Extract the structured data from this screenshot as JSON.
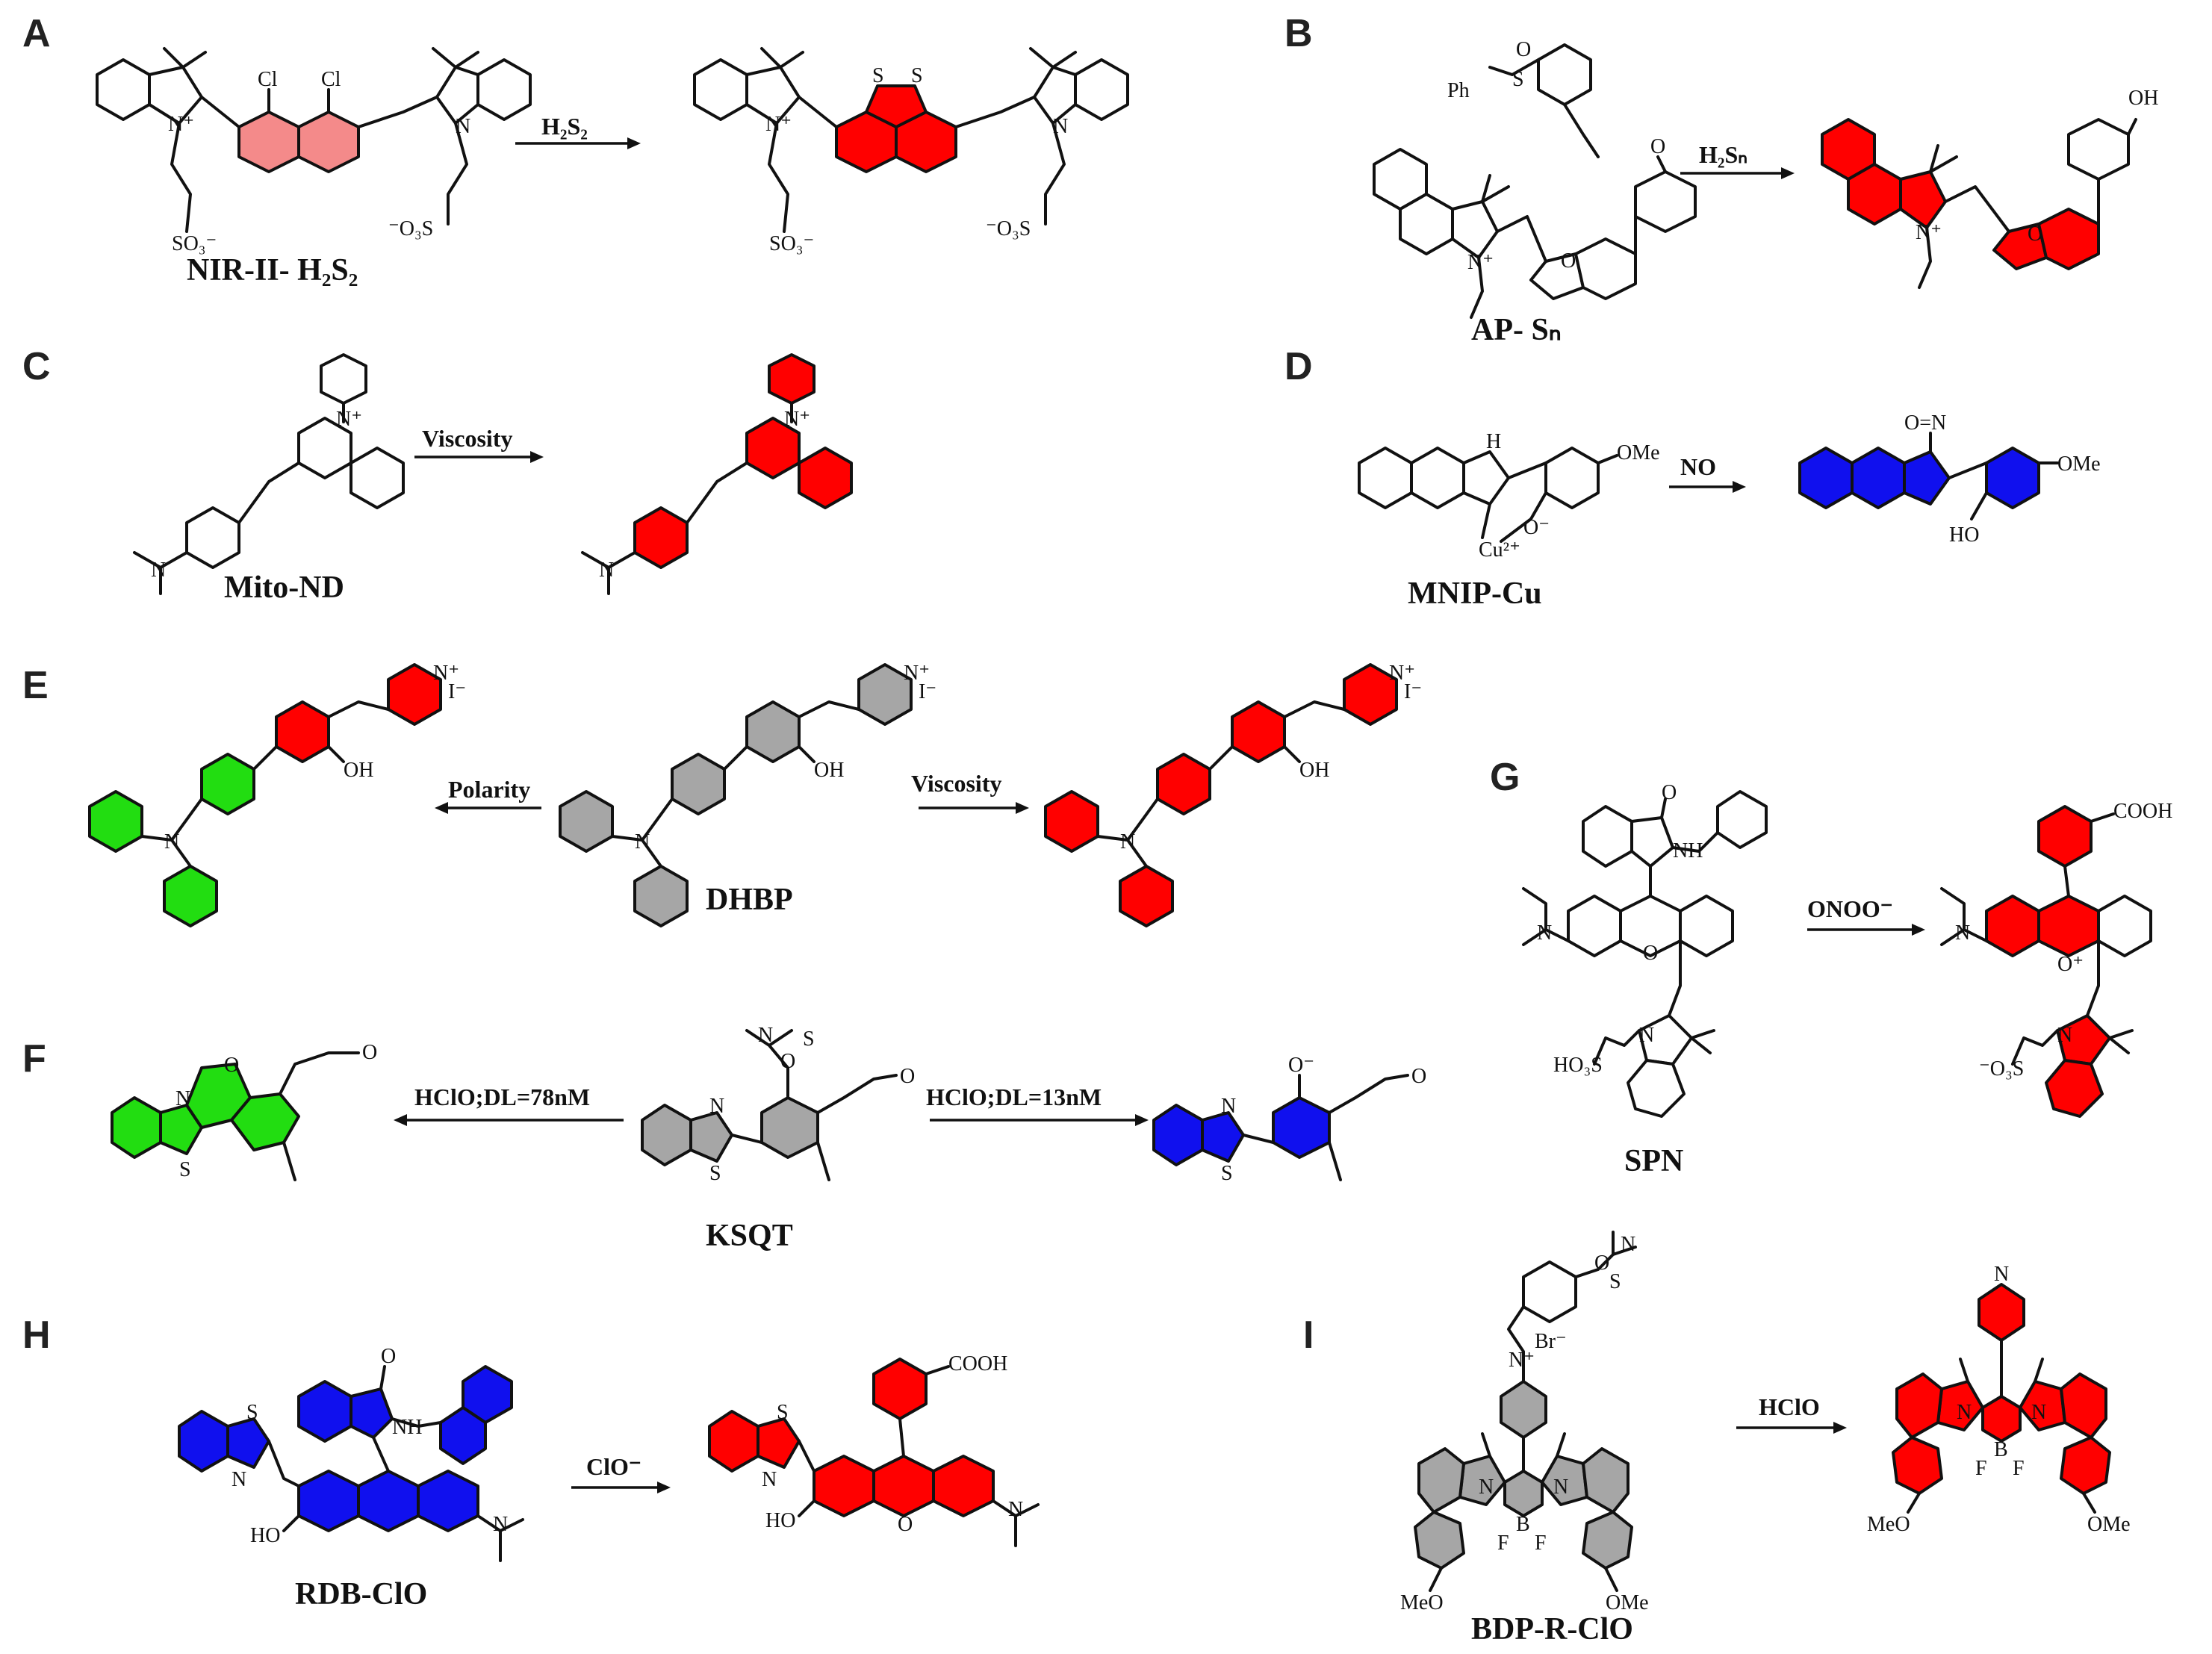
{
  "colors": {
    "red": "#ff0000",
    "pink": "#f48a8a",
    "gray": "#a6a6a6",
    "green": "#22dd11",
    "blue": "#1010ee"
  },
  "panels": [
    {
      "label": "A",
      "probe": "NIR-II- H₂S₂",
      "conditions": [
        "H₂S₂"
      ]
    },
    {
      "label": "B",
      "probe": "AP- Sₙ",
      "conditions": [
        "H₂Sₙ"
      ]
    },
    {
      "label": "C",
      "probe": "Mito-ND",
      "conditions": [
        "Viscosity"
      ]
    },
    {
      "label": "D",
      "probe": "MNIP-Cu",
      "conditions": [
        "NO"
      ]
    },
    {
      "label": "E",
      "probe": "DHBP",
      "conditions": [
        "Polarity",
        "Viscosity"
      ]
    },
    {
      "label": "F",
      "probe": "KSQT",
      "conditions": [
        "HClO;DL=78nM",
        "HClO;DL=13nM"
      ]
    },
    {
      "label": "G",
      "probe": "SPN",
      "conditions": [
        "ONOO⁻"
      ]
    },
    {
      "label": "H",
      "probe": "RDB-ClO",
      "conditions": [
        "ClO⁻"
      ]
    },
    {
      "label": "I",
      "probe": "BDP-R-ClO",
      "conditions": [
        "HClO"
      ]
    }
  ],
  "atoms": {
    "N": "N",
    "Np": "N⁺",
    "O": "O",
    "S": "S",
    "Cl": "Cl",
    "OH": "OH",
    "HO": "HO",
    "OMe": "OMe",
    "MeO": "MeO",
    "SO3m": "SO₃⁻",
    "O3S": "⁻O₃S",
    "HO3S": "HO₃S",
    "Ph": "Ph",
    "COOH": "COOH",
    "NH": "NH",
    "H": "H",
    "Cu": "Cu²⁺",
    "Om": "O⁻",
    "NO": "O=N",
    "I": "I⁻",
    "Br": "Br⁻",
    "B": "B",
    "F": "F",
    "Oplus": "O⁺",
    "CHO": "O"
  }
}
